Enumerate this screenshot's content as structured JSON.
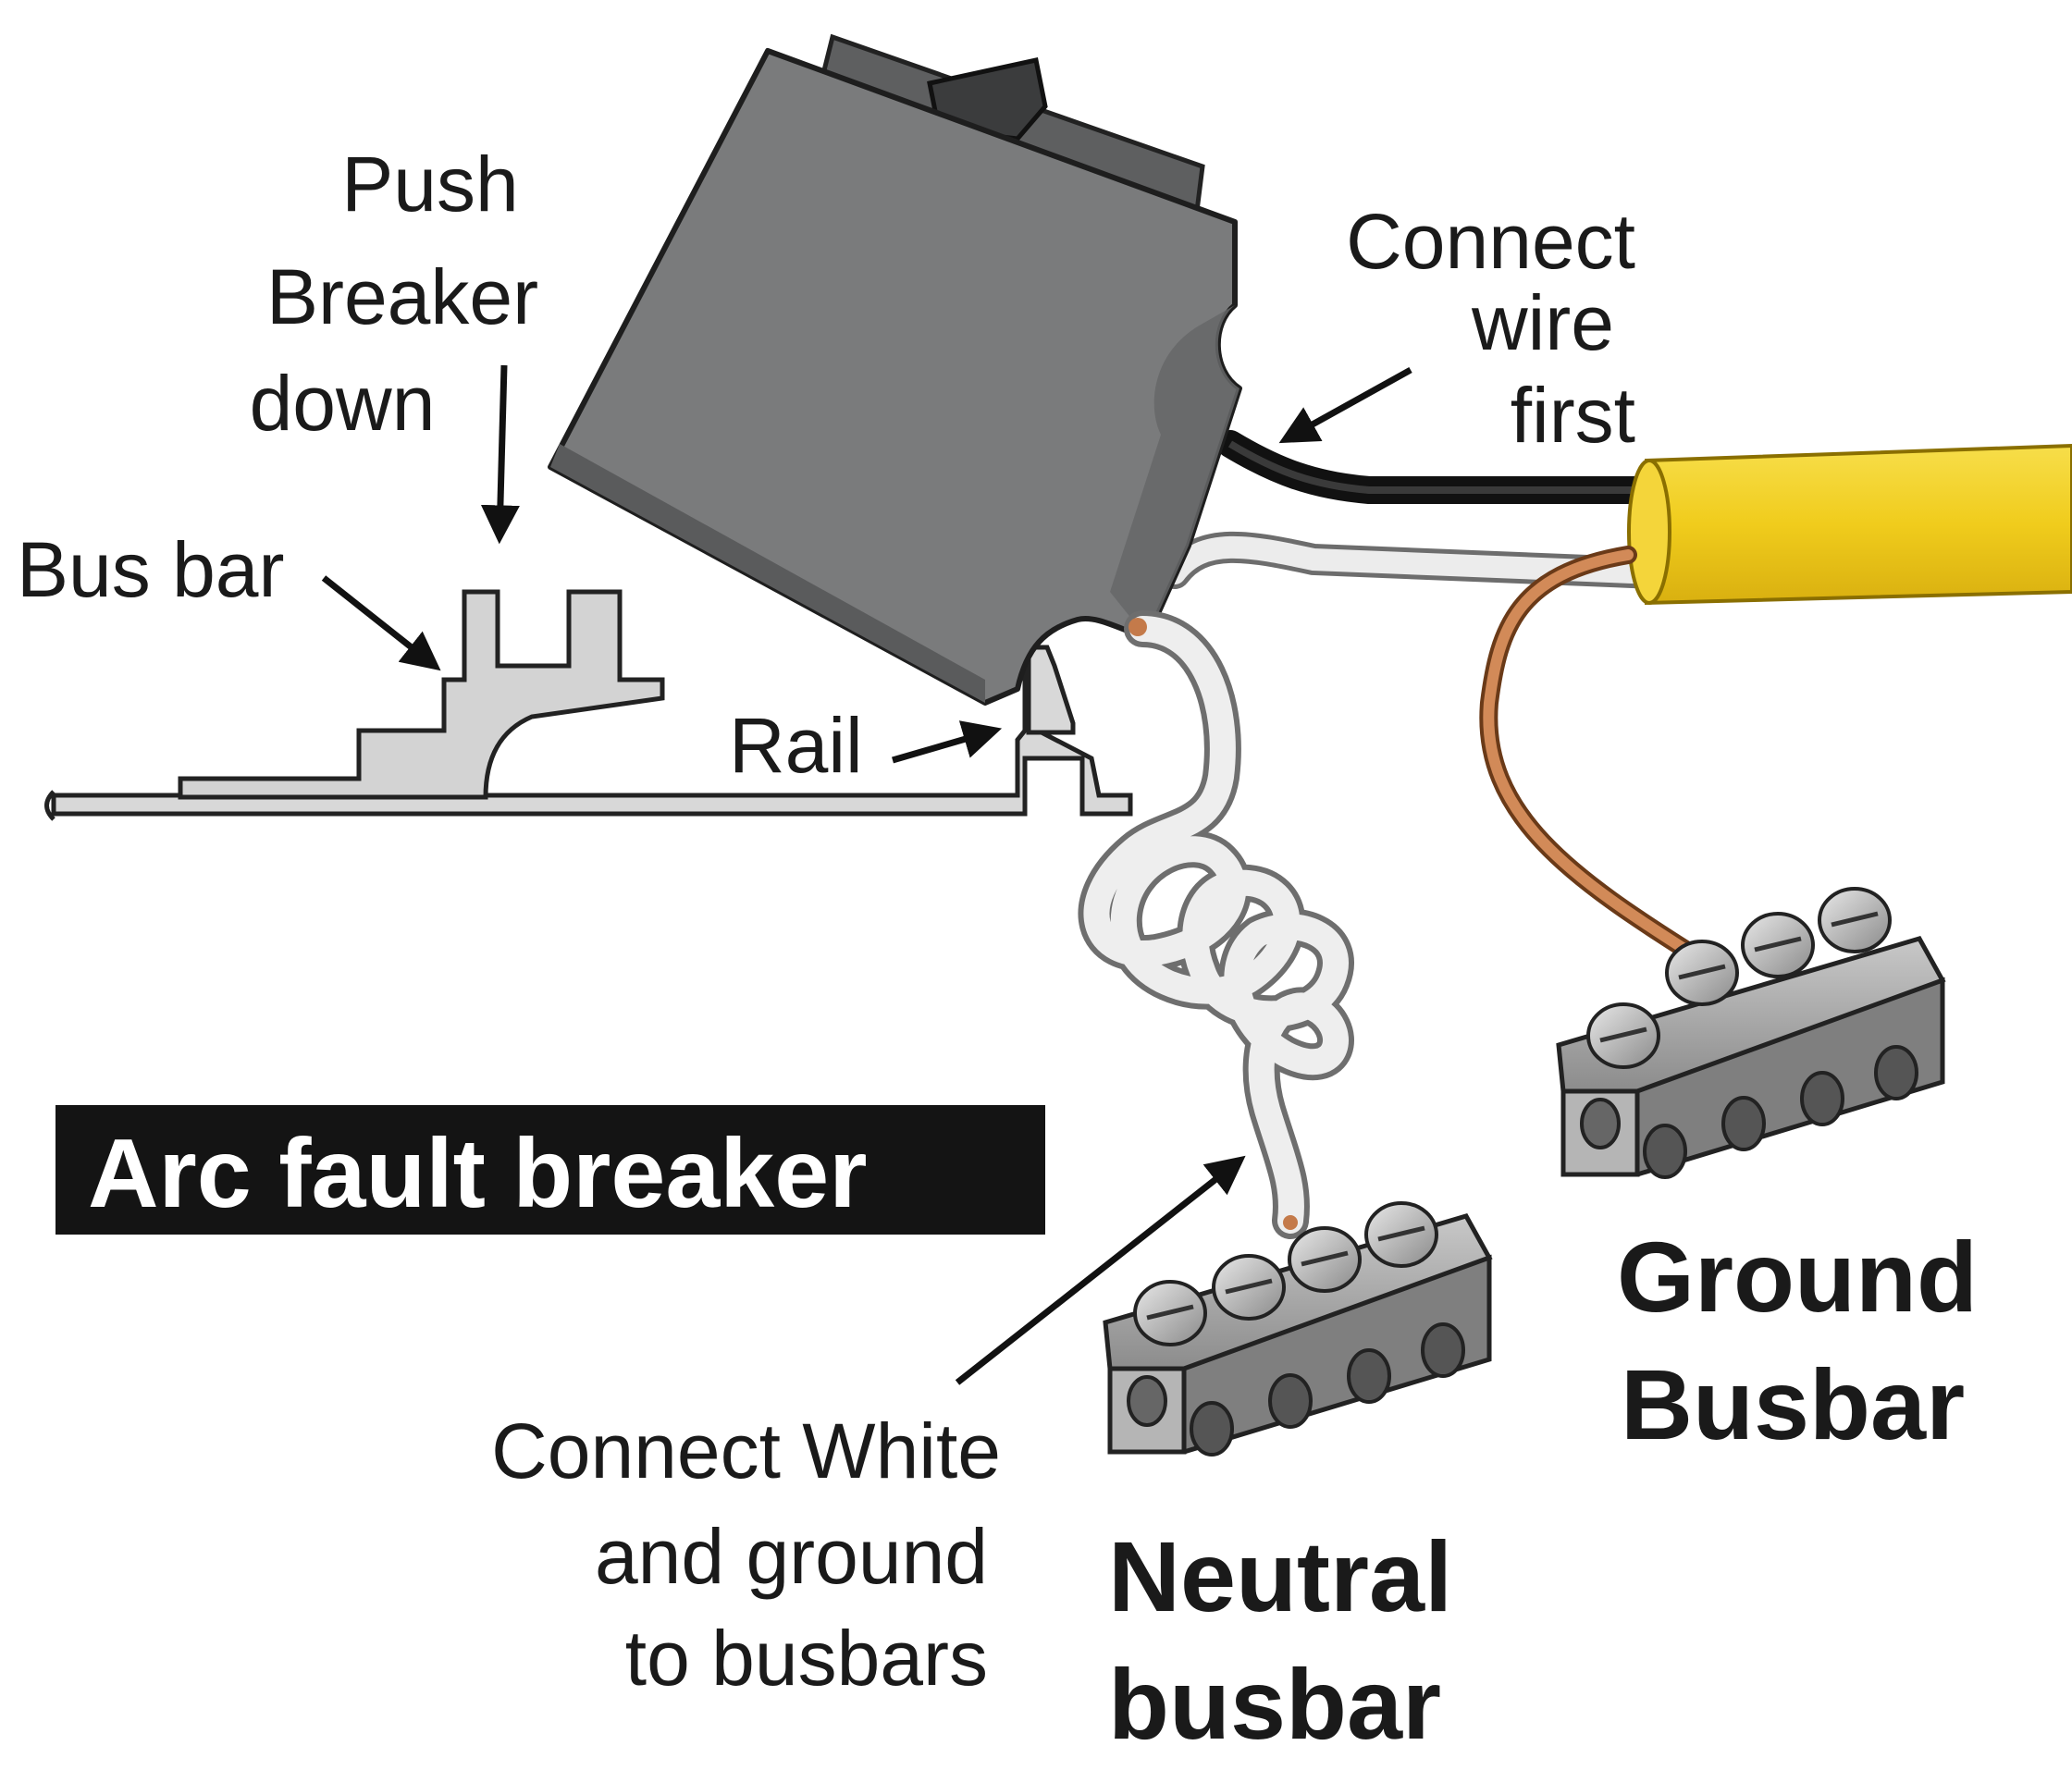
{
  "title": "Arc fault breaker",
  "labels": {
    "push_line1": "Push",
    "push_line2": "Breaker",
    "push_line3": "down",
    "bus_bar": "Bus bar",
    "rail": "Rail",
    "connect_wire_line1": "Connect",
    "connect_wire_line2": "wire",
    "connect_wire_line3": "first",
    "connect_white_line1": "Connect White",
    "connect_white_line2": "and ground",
    "connect_white_line3": "to busbars",
    "neutral_line1": "Neutral",
    "neutral_line2": "busbar",
    "ground_line1": "Ground",
    "ground_line2": "Busbar"
  },
  "colors": {
    "breaker": "#7a7b7c",
    "cable_jacket": "#f2d027",
    "bus_bar": "#d3d3d3",
    "copper": "#c47a4a",
    "white_wire": "#e6e6e6",
    "black_wire": "#141414",
    "terminal_block": "#a9a9a9"
  }
}
